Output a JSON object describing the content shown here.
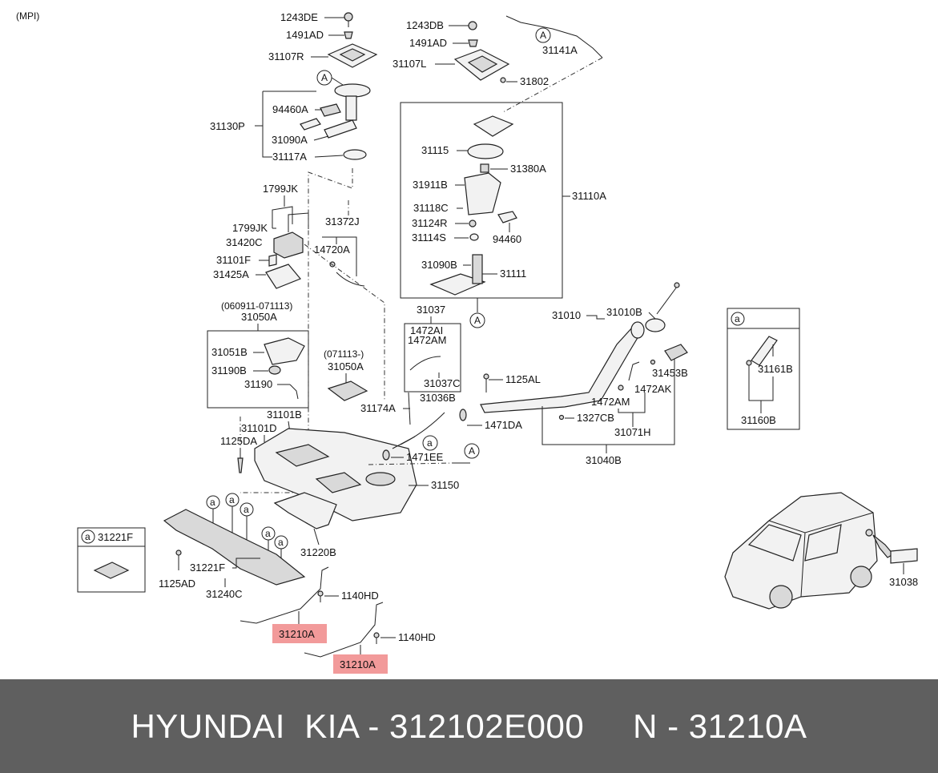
{
  "engine_note": "(MPI)",
  "labels": {
    "l1243DE": "1243DE",
    "l1491AD_a": "1491AD",
    "l31107R": "31107R",
    "l94460A": "94460A",
    "l31130P": "31130P",
    "l31090A": "31090A",
    "l31117A": "31117A",
    "l1799JK_a": "1799JK",
    "l1799JK_b": "1799JK",
    "l31420C": "31420C",
    "l31101F": "31101F",
    "l31425A": "31425A",
    "l31372J": "31372J",
    "l14720A": "14720A",
    "l060911": "(060911-071113)",
    "l31050A_a": "31050A",
    "l31051B": "31051B",
    "l31190B": "31190B",
    "l31190": "31190",
    "l071113": "(071113-)",
    "l31050A_b": "31050A",
    "l1243DB": "1243DB",
    "l1491AD_b": "1491AD",
    "l31107L": "31107L",
    "l31141A": "31141A",
    "l31802": "31802",
    "l31115": "31115",
    "l31380A": "31380A",
    "l31911B": "31911B",
    "l31110A": "31110A",
    "l31118C": "31118C",
    "l31124R": "31124R",
    "l31114S": "31114S",
    "l94460": "94460",
    "l31090B": "31090B",
    "l31111": "31111",
    "l31037": "31037",
    "l1472AI": "1472AI",
    "l1472AM_a": "1472AM",
    "l31037C": "31037C",
    "l31010": "31010",
    "l31010B": "31010B",
    "l31453B": "31453B",
    "l1125AL": "1125AL",
    "l1472AM_b": "1472AM",
    "l1472AK": "1472AK",
    "l1327CB": "1327CB",
    "l31071H": "31071H",
    "l31040B": "31040B",
    "l31036B": "31036B",
    "l31174A": "31174A",
    "l1471DA": "1471DA",
    "l31101B": "31101B",
    "l31101D": "31101D",
    "l1125DA": "1125DA",
    "l1471EE": "1471EE",
    "l31150": "31150",
    "l31220B": "31220B",
    "l31221F_box": "31221F",
    "l1125AD": "1125AD",
    "l31221F": "31221F",
    "l31240C": "31240C",
    "l1140HD_a": "1140HD",
    "l31210A_a": "31210A",
    "l1140HD_b": "1140HD",
    "l31210A_b": "31210A",
    "l31161B": "31161B",
    "l31160B": "31160B",
    "l31038": "31038"
  },
  "refs": {
    "A": "A",
    "a": "a"
  },
  "highlight_color": "#f29a9a",
  "footer": {
    "brand": "HYUNDAI  KIA - 312102E000     N - 31210A"
  }
}
